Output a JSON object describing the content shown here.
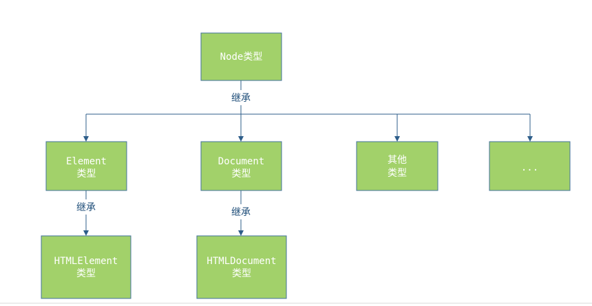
{
  "nodes": {
    "node": {
      "line1": "Node类型",
      "line2": ""
    },
    "element": {
      "line1": "Element",
      "line2": "类型"
    },
    "document": {
      "line1": "Document",
      "line2": "类型"
    },
    "other": {
      "line1": "其他",
      "line2": "类型"
    },
    "more": {
      "line1": "...",
      "line2": ""
    },
    "htmlelement": {
      "line1": "HTMLElement",
      "line2": "类型"
    },
    "htmldocument": {
      "line1": "HTMLDocument",
      "line2": "类型"
    }
  },
  "edge_labels": {
    "node_children": "继承",
    "element_child": "继承",
    "document_child": "继承"
  },
  "colors": {
    "node_fill": "#a2d16a",
    "node_border": "#41719c",
    "node_text": "#ffffff",
    "edge": "#2e5e8a",
    "edge_label": "#1f4e79"
  }
}
